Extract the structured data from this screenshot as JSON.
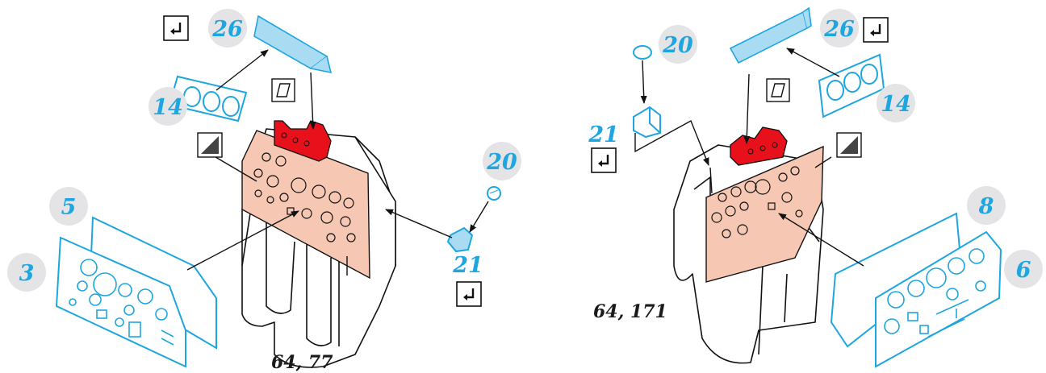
{
  "colors": {
    "part_blue": "#1ea6e0",
    "callout_circle": "#e4e4e6",
    "highlight_panel": "#f6c7b3",
    "red_part": "#e8101a",
    "line": "#1a1a1a"
  },
  "left_assembly": {
    "reference": "64, 77",
    "callouts": {
      "top": "26",
      "gauge_strip": "14",
      "panel_back": "5",
      "panel_front": "3",
      "knob": "20",
      "bracket": "21"
    }
  },
  "right_assembly": {
    "reference": "64, 171",
    "callouts": {
      "top": "26",
      "gauge_strip": "14",
      "panel_back": "8",
      "panel_front": "6",
      "knob": "20",
      "bracket": "21"
    }
  },
  "icons": [
    "glue-hook-icon",
    "paint-transparent-icon",
    "paint-flat-icon"
  ]
}
